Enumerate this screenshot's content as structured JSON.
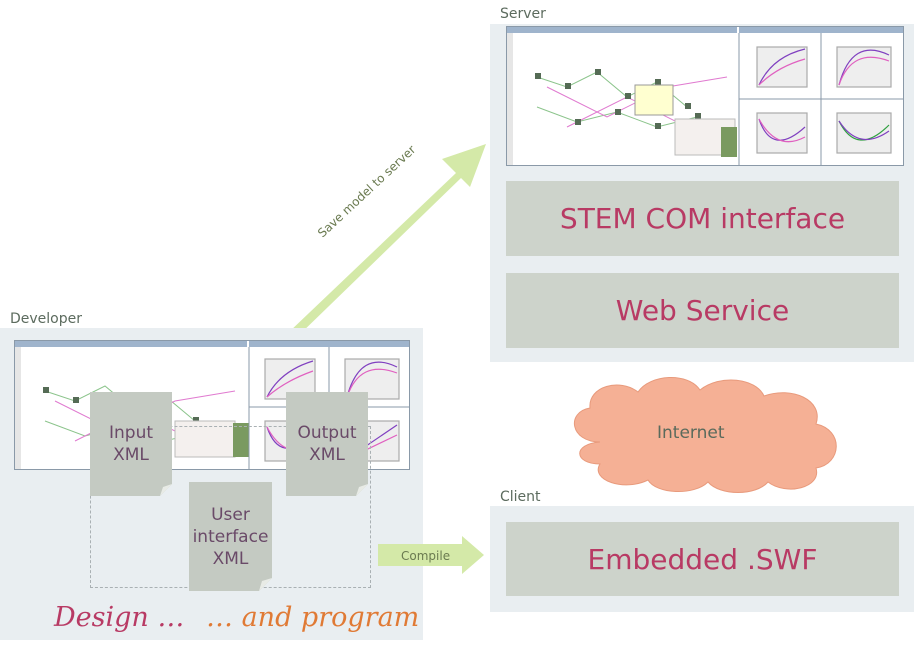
{
  "server": {
    "label": "Server",
    "layers": [
      "STEM COM interface",
      "Web Service"
    ]
  },
  "developer": {
    "label": "Developer",
    "documents": [
      {
        "text": "Input\nXML"
      },
      {
        "text": "Output\nXML"
      },
      {
        "text": "User\ninterface\nXML"
      }
    ],
    "design_text": "Design …",
    "program_text": "… and program"
  },
  "arrows": {
    "save_label": "Save model to server",
    "compile_label": "Compile"
  },
  "internet": {
    "label": "Internet"
  },
  "client": {
    "label": "Client",
    "layer": "Embedded .SWF"
  },
  "colors": {
    "panel_bg": "#e9eef1",
    "bar_bg": "#cdd3cb",
    "layer_text": "#b83a64",
    "design_text": "#b83a64",
    "program_text": "#e07a35",
    "cloud": "#f5b095",
    "arrow": "#d4e9a8"
  }
}
